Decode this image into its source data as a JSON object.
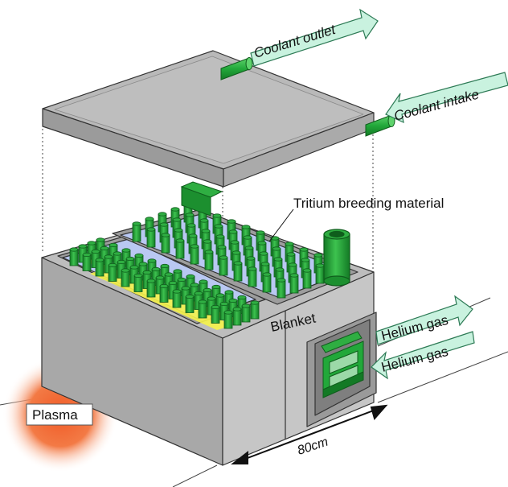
{
  "labels": {
    "coolant_outlet": "Coolant outlet",
    "coolant_intake": "Coolant intake",
    "tritium": "Tritium breeding material",
    "blanket": "Blanket",
    "helium_gas_1": "Helium gas",
    "helium_gas_2": "Helium gas",
    "plasma": "Plasma",
    "dimension": "80cm"
  },
  "colors": {
    "metal_light": "#c8c8c8",
    "metal_mid": "#a9a9a9",
    "metal_dark": "#8c8c8c",
    "pipe_green": "#22a83a",
    "tube_green": "#1f9e34",
    "breeder_blue": "#b9c8f2",
    "breeder_yellow": "#f6f34a",
    "arrow_fill": "#c9f2df",
    "plasma_core": "#f05a26"
  }
}
